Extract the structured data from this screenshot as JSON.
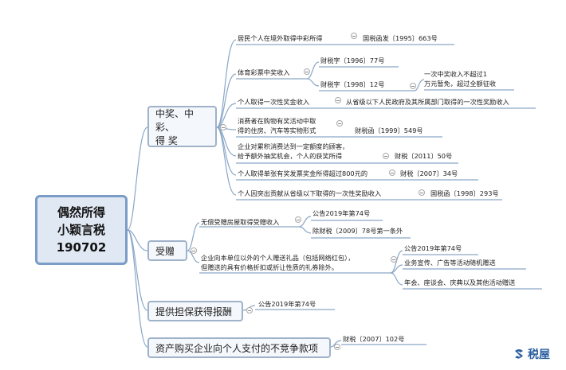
{
  "root": {
    "line1": "偶然所得",
    "line2": "小颖言税",
    "line3": "190702"
  },
  "branches": {
    "prize": {
      "label_line1": "中奖、中彩、",
      "label_line2": "得 奖",
      "items": {
        "i1": {
          "text": "居民个人在境外取得中彩所得",
          "doc": "国税函发〔1995〕663号"
        },
        "i2": {
          "text": "体育彩票中奖收入",
          "doc1": "财税字〔1996〕77号",
          "doc2": "财税字〔1998〕12号",
          "note1": "一次中奖收入不超过1",
          "note2": "万元暂免，超过全额征收"
        },
        "i3": {
          "text": "个人取得一次性奖金收入",
          "doc": "从省级以下人民政府及其所属部门取得的一次性奖励收入"
        },
        "i4": {
          "line1": "消费者在购物有奖活动中取",
          "line2": "得的住房、汽车等实物形式",
          "doc": "财税函〔1999〕549号"
        },
        "i5": {
          "line1": "企业对累积消费达到一定额度的顾客，",
          "line2": "给予额外抽奖机会，个人的获奖所得",
          "doc": "财税〔2011〕50号"
        },
        "i6": {
          "text": "个人取得单张有奖发票奖金所得超过800元的",
          "doc": "财税〔2007〕34号"
        },
        "i7": {
          "text": "个人因突出贡献从省级以下取得的一次性奖励收入",
          "doc": "国税函〔1998〕293号"
        }
      }
    },
    "gift": {
      "label": "受赠",
      "items": {
        "g1": {
          "text": "无偿受赠房屋取得受赠收入",
          "doc1": "公告2019年第74号",
          "doc2": "除财税〔2009〕78号第一条外"
        },
        "g2": {
          "line1": "企业向本单位以外的个人赠送礼品（包括网络红包），",
          "line2": "但赠送的具有价格折扣或折让性质的礼券除外。",
          "doc": "公告2019年第74号",
          "ex1": "业务宣传、广告等活动随机赠送",
          "ex2": "年会、座谈会、庆典以及其他活动赠送"
        }
      }
    },
    "guarantee": {
      "label": "提供担保获得报酬",
      "doc": "公告2019年第74号"
    },
    "noncompete": {
      "label": "资产购买企业向个人支付的不竞争款项",
      "doc": "财税〔2007〕102号"
    }
  },
  "logo": {
    "text": "税屋"
  },
  "colors": {
    "line": "#8aa6c8",
    "root_border": "#7a9cc6",
    "root_fill": "#dfe8f3"
  }
}
